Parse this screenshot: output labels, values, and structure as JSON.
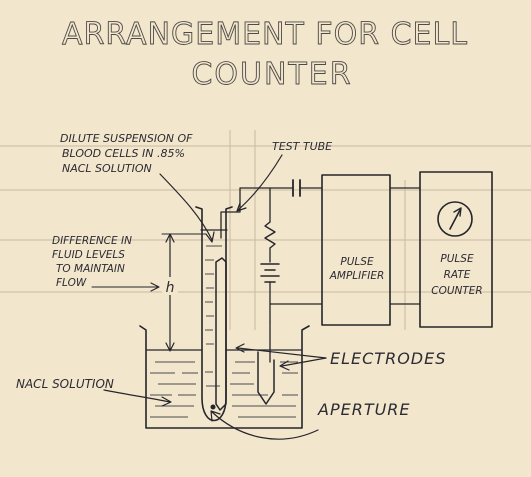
{
  "title": {
    "line1": "ARRANGEMENT FOR CELL",
    "line2": "COUNTER"
  },
  "labels": {
    "suspension": [
      "DILUTE SUSPENSION OF",
      "BLOOD CELLS IN .85%",
      "NACL SOLUTION"
    ],
    "test_tube": "TEST TUBE",
    "difference": [
      "DIFFERENCE IN",
      "FLUID LEVELS",
      "TO MAINTAIN",
      "FLOW"
    ],
    "height_symbol": "h",
    "nacl_solution": "NACL SOLUTION",
    "electrodes": "ELECTRODES",
    "aperture": "APERTURE",
    "pulse_amplifier": [
      "PULSE",
      "AMPLIFIER"
    ],
    "pulse_rate_counter": [
      "PULSE",
      "RATE",
      "COUNTER"
    ]
  },
  "colors": {
    "paper": "#f2e6cc",
    "ink": "#26252b",
    "title_ink": "#4e4a47"
  },
  "icons": [
    "meter-dial-icon",
    "capacitor-symbol",
    "resistor-symbol",
    "battery-symbol"
  ]
}
